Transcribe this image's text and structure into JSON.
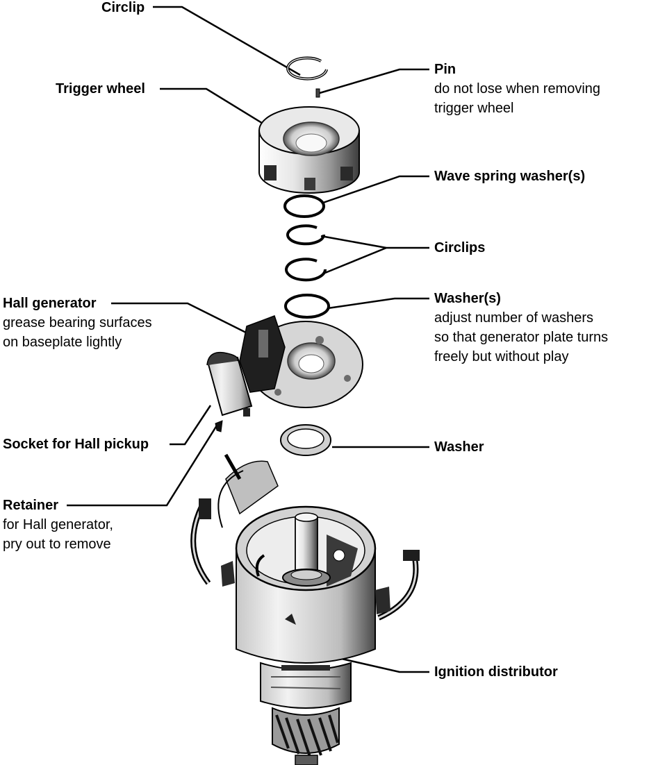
{
  "labels": {
    "circlip": {
      "title": "Circlip"
    },
    "pin": {
      "title": "Pin",
      "lines": [
        "do not lose when removing",
        "trigger wheel"
      ]
    },
    "trigger_wheel": {
      "title": "Trigger wheel"
    },
    "wave_spring": {
      "title": "Wave spring washer(s)"
    },
    "circlips": {
      "title": "Circlips"
    },
    "hall_generator": {
      "title": "Hall generator",
      "lines": [
        "grease bearing surfaces",
        "on baseplate lightly"
      ]
    },
    "washers": {
      "title": "Washer(s)",
      "lines": [
        "adjust number of washers",
        "so that generator plate turns",
        "freely but without play"
      ]
    },
    "socket": {
      "title": "Socket for Hall pickup"
    },
    "washer": {
      "title": "Washer"
    },
    "retainer": {
      "title": "Retainer",
      "lines": [
        "for Hall generator,",
        "pry out to remove"
      ]
    },
    "ignition": {
      "title": "Ignition distributor"
    }
  },
  "colors": {
    "ink": "#000000",
    "paper": "#ffffff",
    "metal_light": "#dedede",
    "metal_mid": "#a8a8a8",
    "metal_dark": "#555555"
  }
}
